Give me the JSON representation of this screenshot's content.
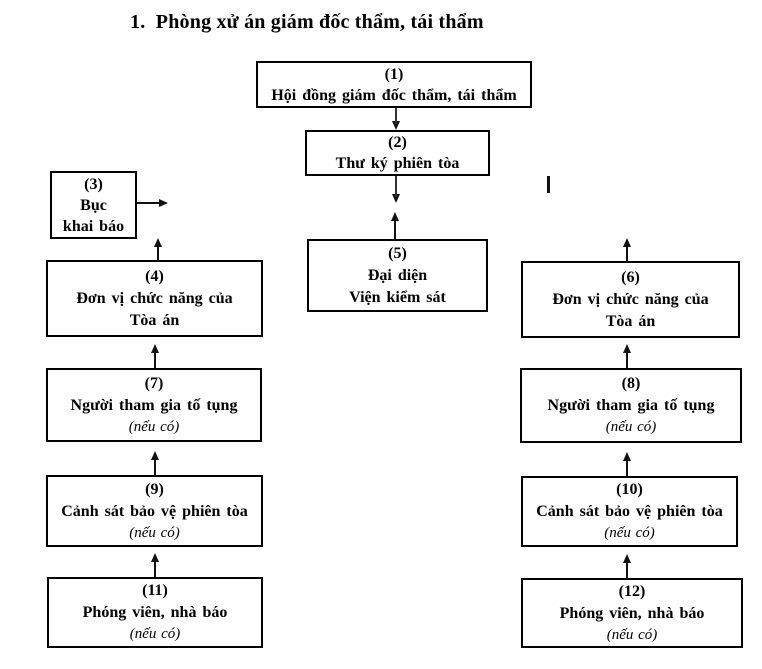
{
  "title": "1.  Phòng xử án giám đốc thẩm, tái thẩm",
  "boxes": {
    "b1": {
      "num": "(1)",
      "line1": "Hội đồng giám đốc thẩm, tái thẩm"
    },
    "b2": {
      "num": "(2)",
      "line1": "Thư ký phiên tòa"
    },
    "b3": {
      "num": "(3)",
      "line1": "Bục",
      "line2": "khai báo"
    },
    "b4": {
      "num": "(4)",
      "line1": "Đơn vị chức năng của",
      "line2": "Tòa án"
    },
    "b5": {
      "num": "(5)",
      "line1": "Đại diện",
      "line2": "Viện kiểm sát"
    },
    "b6": {
      "num": "(6)",
      "line1": "Đơn vị chức năng của",
      "line2": "Tòa án"
    },
    "b7": {
      "num": "(7)",
      "line1": "Người tham gia tố tụng",
      "note": "(nếu có)"
    },
    "b8": {
      "num": "(8)",
      "line1": "Người tham gia tố tụng",
      "note": "(nếu có)"
    },
    "b9": {
      "num": "(9)",
      "line1": "Cảnh sát bảo vệ phiên tòa",
      "note": "(nếu có)"
    },
    "b10": {
      "num": "(10)",
      "line1": "Cảnh sát bảo vệ phiên tòa",
      "note": "(nếu có)"
    },
    "b11": {
      "num": "(11)",
      "line1": "Phóng viên, nhà báo",
      "note": "(nếu có)"
    },
    "b12": {
      "num": "(12)",
      "line1": "Phóng viên, nhà báo",
      "note": "(nếu có)"
    }
  },
  "colors": {
    "background": "#ffffff",
    "border": "#000000",
    "text": "#000000",
    "arrow": "#111111"
  }
}
